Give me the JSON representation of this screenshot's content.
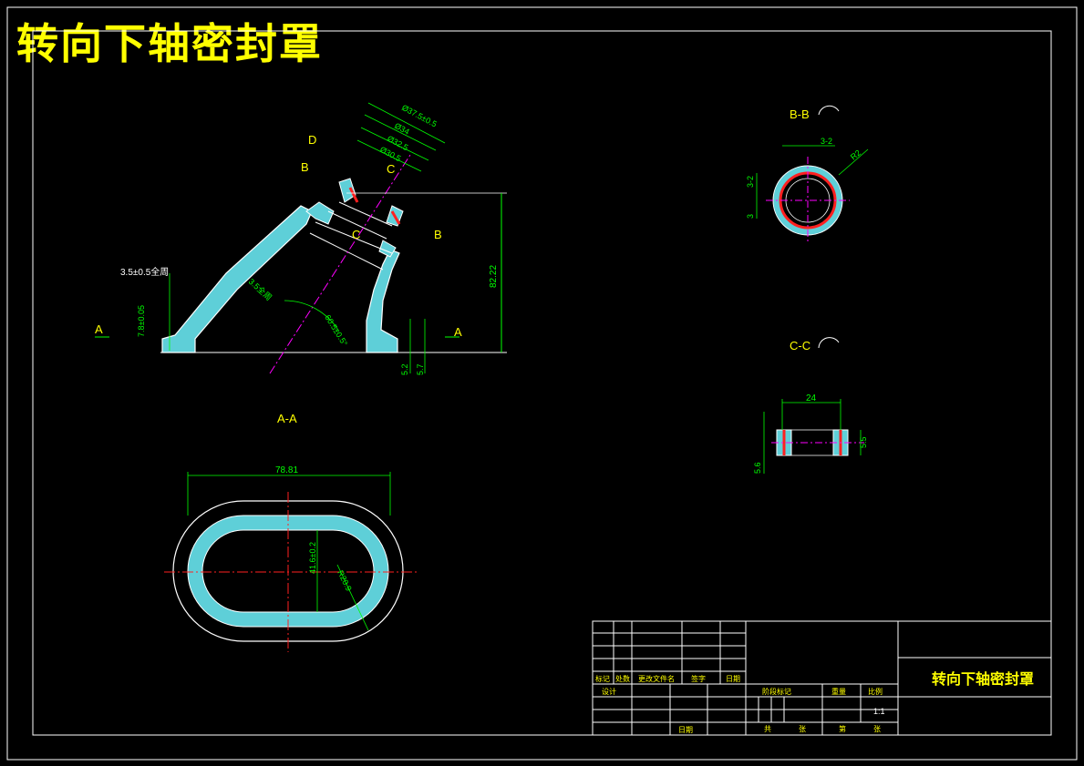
{
  "drawing": {
    "title": "转向下轴密封罩",
    "views": {
      "main_labels": {
        "A_left": "A",
        "A_right": "A",
        "B_top": "B",
        "B_right": "B",
        "C_top": "C",
        "C_mid": "C",
        "D": "D"
      },
      "aa_label": "A-A",
      "bb_label": "B-B",
      "cc_label": "C-C"
    },
    "dimensions": {
      "main": {
        "height_total": "82.22",
        "thickness_note": "3.5±0.5全周",
        "thickness_note2": "3.5全周",
        "angle": "60.5±0.5°",
        "foot_h1": "5.2",
        "foot_h2": "5.7",
        "left_v": "7.8±0.05",
        "top1": "Ø37.5±0.5",
        "top2": "Ø34",
        "top3": "Ø32.5",
        "top4": "Ø30.5"
      },
      "aa": {
        "width": "78.81",
        "height": "41.6±0.2",
        "radius": "R20.9"
      },
      "bb": {
        "dim1": "3-2",
        "dim2": "3-2",
        "dim3": "R2",
        "dim4": "3"
      },
      "cc": {
        "width": "24",
        "height": "5.5",
        "left": "5.6"
      }
    },
    "title_block": {
      "part_name": "转向下轴密封罩",
      "scale": "1:1",
      "header_row": [
        "标记",
        "处数",
        "更改文件名",
        "签字",
        "日期"
      ],
      "design": "设计",
      "date": "日期",
      "stage_cols": [
        "阶段标记",
        "重量",
        "比例"
      ],
      "sheet": [
        "共",
        "张",
        "第",
        "张"
      ]
    }
  }
}
